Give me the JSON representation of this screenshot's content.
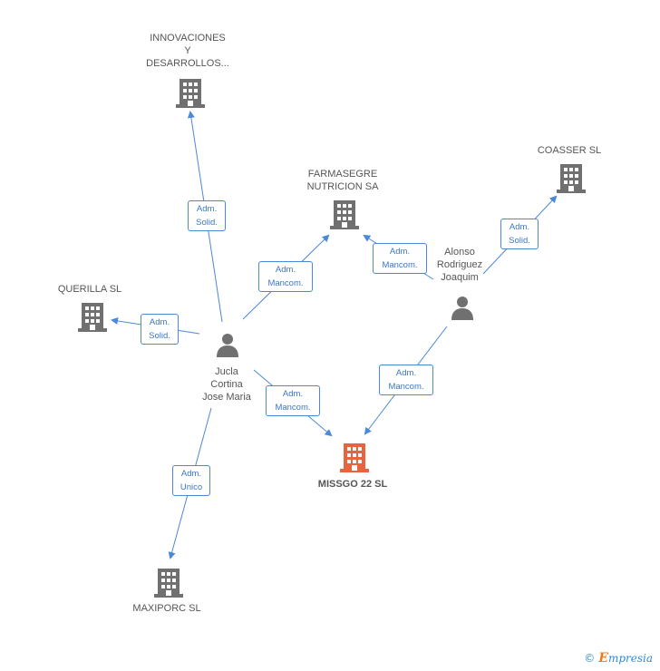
{
  "colors": {
    "edge": "#4a88d8",
    "building": "#707070",
    "building_main": "#e8643c",
    "person": "#707070"
  },
  "nodes": {
    "innovaciones": {
      "label_lines": [
        "INNOVACIONES",
        "Y",
        "DESARROLLOS..."
      ],
      "icon": "building-icon"
    },
    "farmasegre": {
      "label_lines": [
        "FARMASEGRE",
        "NUTRICION SA"
      ],
      "icon": "building-icon"
    },
    "coasser": {
      "label_lines": [
        "COASSER SL"
      ],
      "icon": "building-icon"
    },
    "querilla": {
      "label_lines": [
        "QUERILLA SL"
      ],
      "icon": "building-icon"
    },
    "jucla": {
      "label_lines": [
        "Jucla",
        "Cortina",
        "Jose Maria"
      ],
      "icon": "person-icon"
    },
    "alonso": {
      "label_lines": [
        "Alonso",
        "Rodriguez",
        "Joaquim"
      ],
      "icon": "person-icon"
    },
    "missgo": {
      "label_lines": [
        "MISSGO 22 SL"
      ],
      "icon": "building-icon"
    },
    "maxiporc": {
      "label_lines": [
        "MAXIPORC SL"
      ],
      "icon": "building-icon"
    }
  },
  "edges": {
    "jucla_innovaciones": [
      "Adm.",
      "Solid."
    ],
    "jucla_farmasegre": [
      "Adm.",
      "Mancom."
    ],
    "jucla_querilla": [
      "Adm.",
      "Solid."
    ],
    "jucla_missgo": [
      "Adm.",
      "Mancom."
    ],
    "jucla_maxiporc": [
      "Adm.",
      "Unico"
    ],
    "alonso_farmasegre": [
      "Adm.",
      "Mancom."
    ],
    "alonso_coasser": [
      "Adm.",
      "Solid."
    ],
    "alonso_missgo": [
      "Adm.",
      "Mancom."
    ]
  },
  "footer": {
    "copyright": "©",
    "brand_initial": "E",
    "brand_rest": "mpresia"
  }
}
